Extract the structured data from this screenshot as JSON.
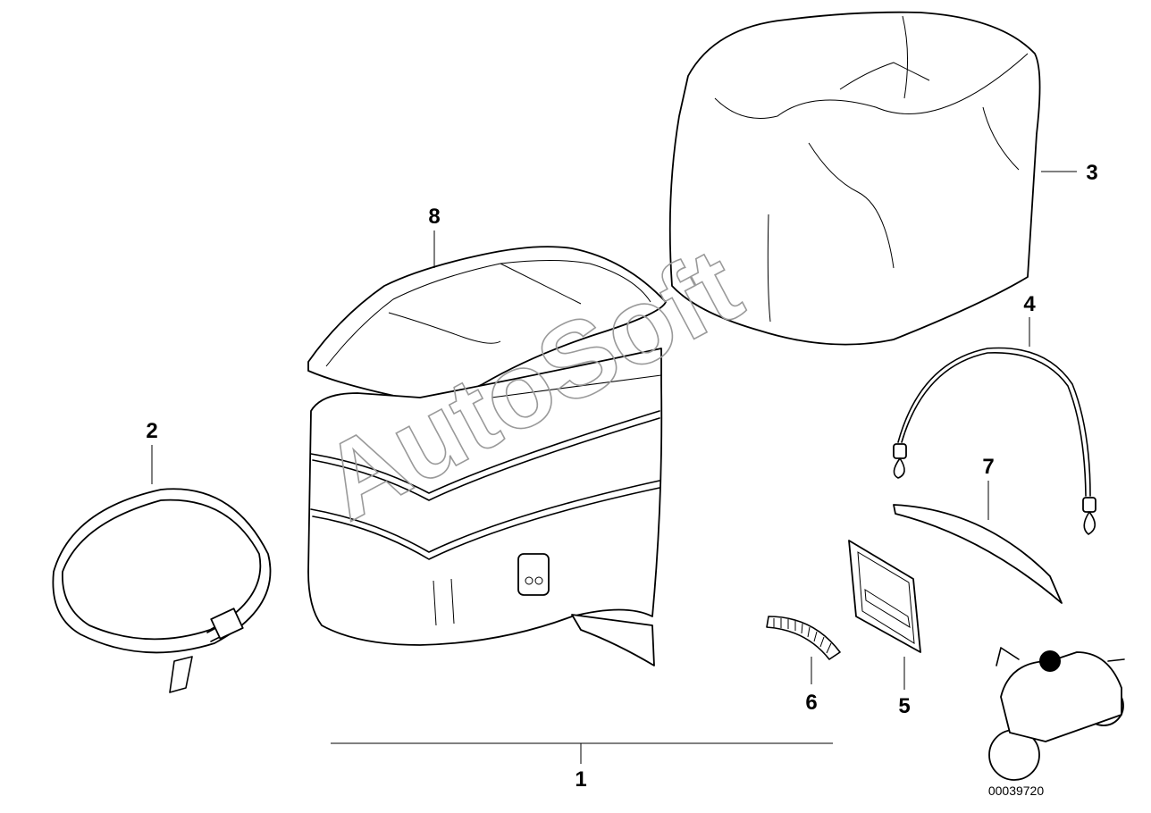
{
  "callouts": {
    "c1": "1",
    "c2": "2",
    "c3": "3",
    "c4": "4",
    "c5": "5",
    "c6": "6",
    "c7": "7",
    "c8": "8"
  },
  "watermark": "AutoSoft",
  "doc_number": "00039720",
  "icons": [
    "tank-bag-icon",
    "tank-strap-icon",
    "rain-cover-icon",
    "cord-icon",
    "label-icon",
    "velcro-icon",
    "strip-icon",
    "lid-icon",
    "motorcycle-icon"
  ]
}
